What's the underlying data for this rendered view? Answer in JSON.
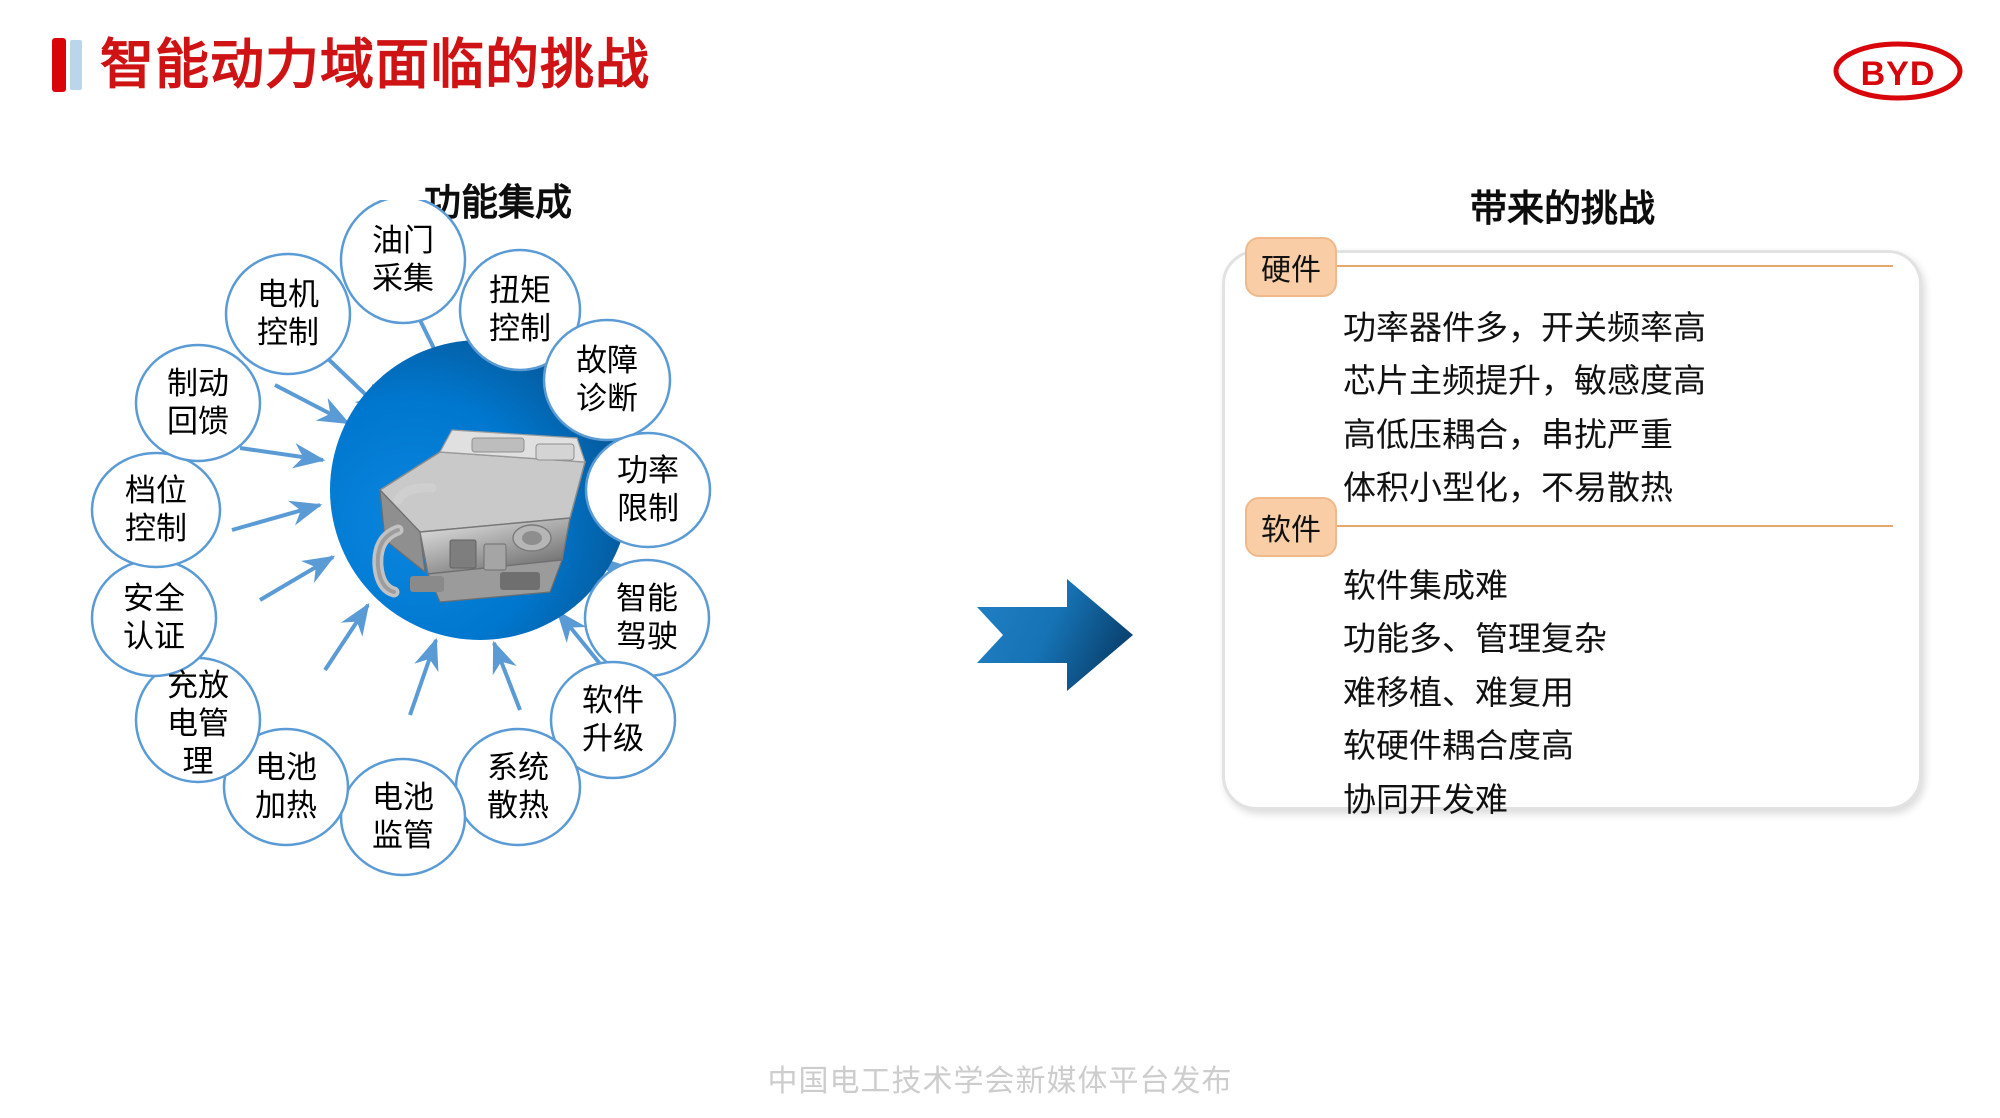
{
  "header": {
    "title": "智能动力域面临的挑战",
    "accent_red": "#CF1214",
    "accent_blue": "#BBD6EB",
    "logo_text": "BYD"
  },
  "columns": {
    "left_heading": "功能集成",
    "right_heading": "带来的挑战"
  },
  "diagram": {
    "center_label": "powertrain-assembly-image",
    "center_gradient_from": "#0079D1",
    "center_gradient_to": "#0A4A7C",
    "node_stroke": "#5B9BD5",
    "nodes": [
      {
        "lines": [
          "电机",
          "控制"
        ]
      },
      {
        "lines": [
          "油门",
          "采集"
        ]
      },
      {
        "lines": [
          "扭矩",
          "控制"
        ]
      },
      {
        "lines": [
          "故障",
          "诊断"
        ]
      },
      {
        "lines": [
          "功率",
          "限制"
        ]
      },
      {
        "lines": [
          "智能",
          "驾驶"
        ]
      },
      {
        "lines": [
          "软件",
          "升级"
        ]
      },
      {
        "lines": [
          "系统",
          "散热"
        ]
      },
      {
        "lines": [
          "电池",
          "监管"
        ]
      },
      {
        "lines": [
          "电池",
          "加热"
        ]
      },
      {
        "lines": [
          "充放",
          "电管",
          "理"
        ]
      },
      {
        "lines": [
          "安全",
          "认证"
        ]
      },
      {
        "lines": [
          "档位",
          "控制"
        ]
      },
      {
        "lines": [
          "制动",
          "回馈"
        ]
      }
    ]
  },
  "arrow": {
    "name": "right-chevron-arrow",
    "gradient_from": "#1E7DC0",
    "gradient_to": "#0B4876"
  },
  "panel": {
    "border_color": "#E2E2E2",
    "rule_color": "#E9A86B",
    "tag_fill": "#F9CDA6",
    "sections": [
      {
        "tag": "硬件",
        "items": [
          "功率器件多，开关频率高",
          "芯片主频提升，敏感度高",
          "高低压耦合，串扰严重",
          "体积小型化，不易散热"
        ]
      },
      {
        "tag": "软件",
        "items": [
          "软件集成难",
          "功能多、管理复杂",
          "难移植、难复用",
          "软硬件耦合度高",
          "协同开发难"
        ]
      }
    ]
  },
  "footer": {
    "text": "中国电工技术学会新媒体平台发布"
  }
}
